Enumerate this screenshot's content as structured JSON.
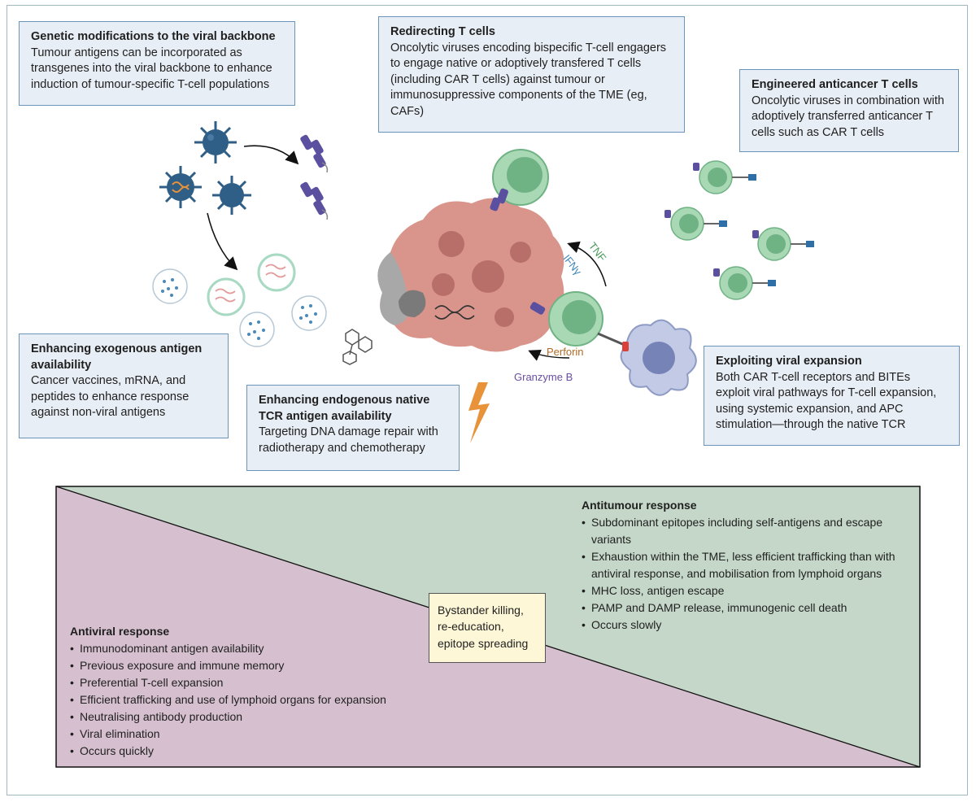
{
  "boxes": {
    "genetic": {
      "title": "Genetic modifications to the viral backbone",
      "body": "Tumour antigens can be incorporated as transgenes into the viral backbone to enhance induction of tumour-specific T-cell populations"
    },
    "redirecting": {
      "title": "Redirecting T cells",
      "body": "Oncolytic viruses encoding bispecific T-cell engagers to engage native or adoptively transfered T cells (including CAR T cells) against tumour or immunosuppressive components of the TME (eg, CAFs)"
    },
    "engineered": {
      "title": "Engineered anticancer T cells",
      "body": "Oncolytic viruses in combination with adoptively transferred anticancer T cells such as CAR T cells"
    },
    "exogenous": {
      "title": "Enhancing exogenous antigen availability",
      "body": "Cancer vaccines, mRNA, and peptides to enhance response against non-viral antigens"
    },
    "endogenous": {
      "title": "Enhancing endogenous native TCR antigen availability",
      "body": "Targeting DNA damage repair with radiotherapy and chemotherapy"
    },
    "expansion": {
      "title": "Exploiting viral expansion",
      "body": "Both CAR T-cell receptors and BITEs exploit viral pathways for T-cell expansion, using systemic expansion, and APC stimulation—through the native TCR"
    }
  },
  "labels": {
    "tnf": "TNF",
    "ifn": "IFNγ",
    "perforin": "Perforin",
    "granzyme": "Granzyme B"
  },
  "antitumour": {
    "title": "Antitumour response",
    "items": [
      "Subdominant epitopes including self-antigens and escape variants",
      "Exhaustion within the TME, less efficient trafficking than with antiviral response, and mobilisation from lymphoid organs",
      "MHC loss, antigen escape",
      "PAMP and DAMP release, immunogenic cell death",
      "Occurs slowly"
    ]
  },
  "antiviral": {
    "title": "Antiviral response",
    "items": [
      "Immunodominant antigen availability",
      "Previous exposure and immune memory",
      "Preferential T-cell expansion",
      "Efficient trafficking and use of lymphoid organs for expansion",
      "Neutralising antibody production",
      "Viral elimination",
      "Occurs quickly"
    ]
  },
  "bystander": [
    "Bystander killing,",
    "re-education,",
    "epitope spreading"
  ],
  "colors": {
    "box_fill": "#e8eef5",
    "box_border": "#6c93b8",
    "antitumour_fill": "#c5d7c8",
    "antiviral_fill": "#d6c0cf",
    "tumour": "#d9958b",
    "tcell": "#8cc49a",
    "virus": "#2f5f86",
    "apc": "#8e9bc4",
    "lightning": "#e8923a"
  }
}
